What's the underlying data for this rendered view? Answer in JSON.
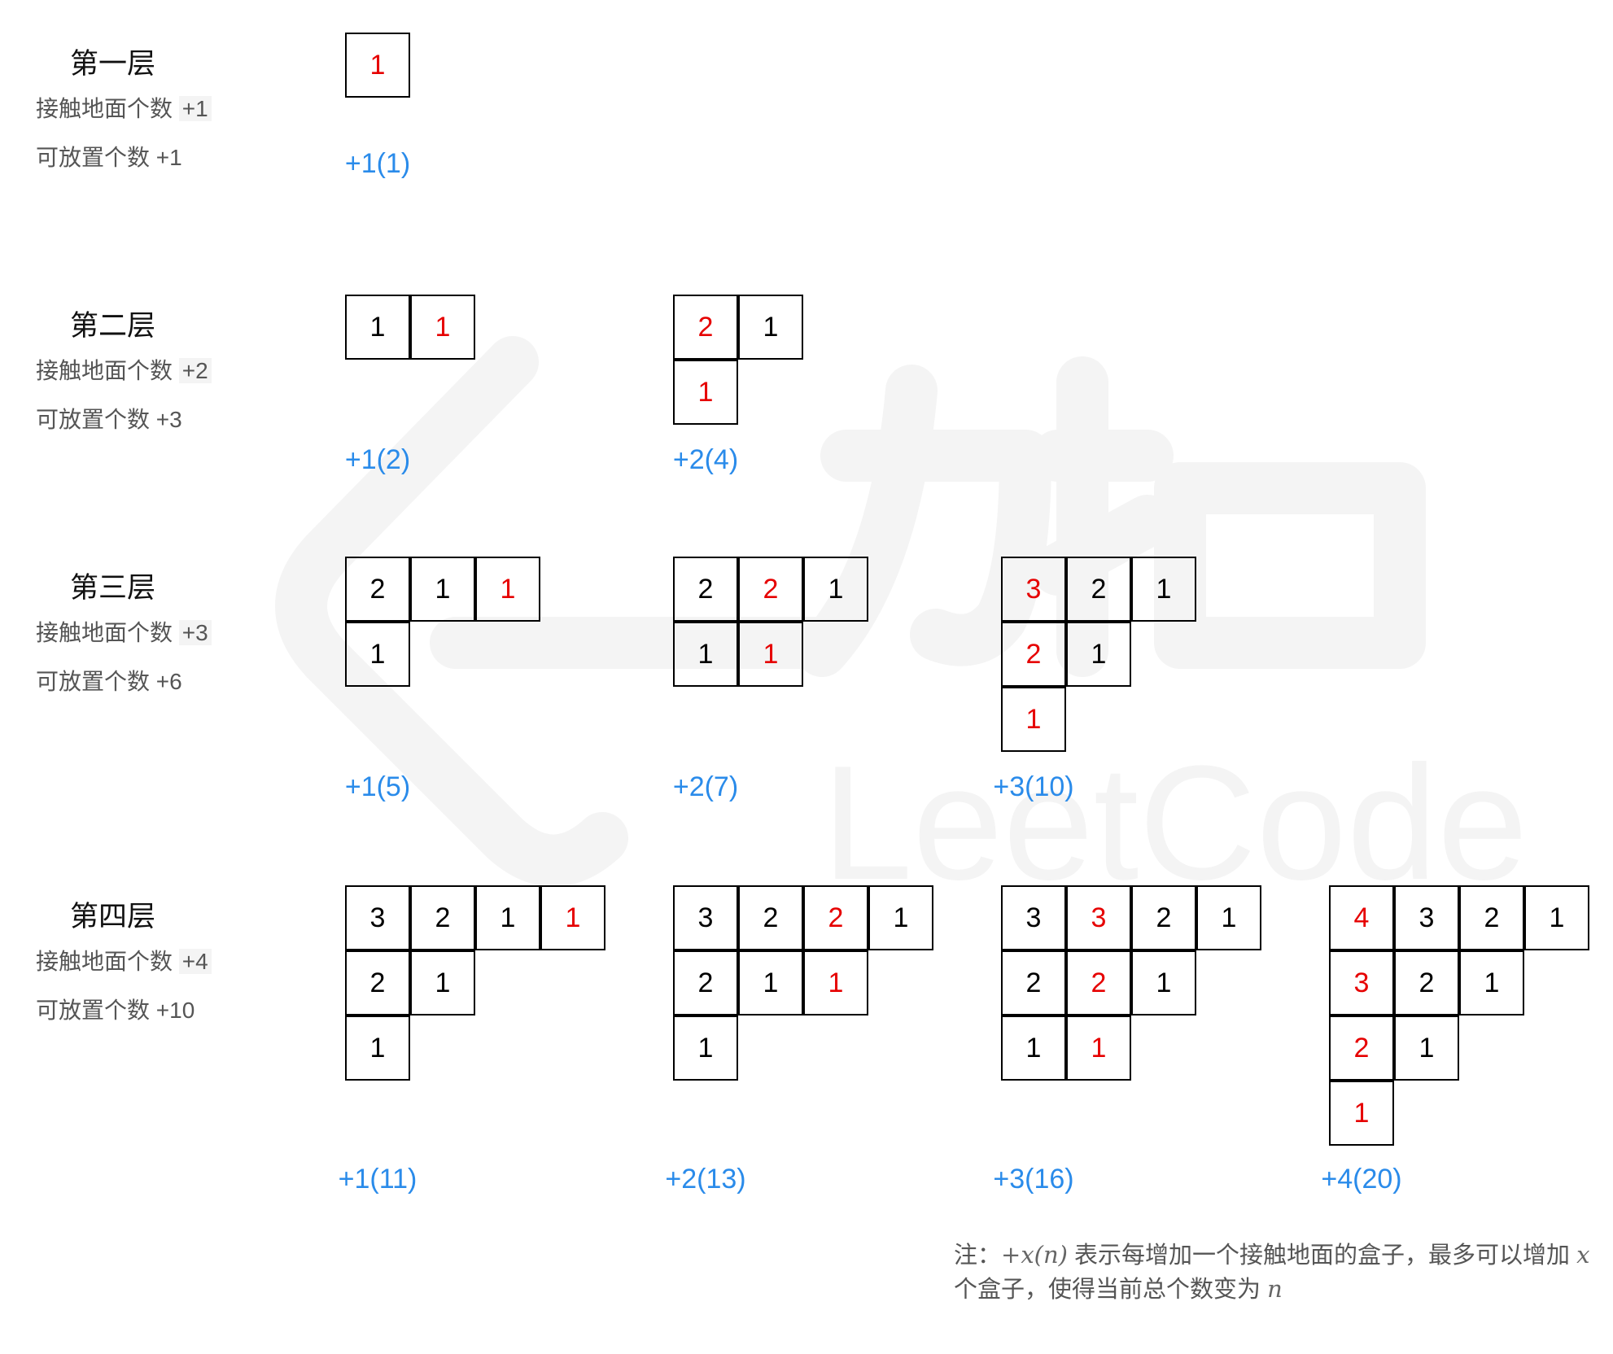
{
  "watermark": {
    "brand": "力扣",
    "text": "LeetCode"
  },
  "layers": [
    {
      "title": "第一层",
      "contact_label": "接触地面个数",
      "contact_value": "+1",
      "place_label": "可放置个数",
      "place_value": "+1",
      "options": [
        {
          "label": "+1(1)",
          "rows": [
            [
              {
                "v": "1",
                "red": true
              }
            ]
          ]
        }
      ]
    },
    {
      "title": "第二层",
      "contact_label": "接触地面个数",
      "contact_value": "+2",
      "place_label": "可放置个数",
      "place_value": "+3",
      "options": [
        {
          "label": "+1(2)",
          "rows": [
            [
              {
                "v": "1",
                "red": false
              },
              {
                "v": "1",
                "red": true
              }
            ]
          ]
        },
        {
          "label": "+2(4)",
          "rows": [
            [
              {
                "v": "2",
                "red": true
              },
              {
                "v": "1",
                "red": false
              }
            ],
            [
              {
                "v": "1",
                "red": true
              }
            ]
          ]
        }
      ]
    },
    {
      "title": "第三层",
      "contact_label": "接触地面个数",
      "contact_value": "+3",
      "place_label": "可放置个数",
      "place_value": "+6",
      "options": [
        {
          "label": "+1(5)",
          "rows": [
            [
              {
                "v": "2",
                "red": false
              },
              {
                "v": "1",
                "red": false
              },
              {
                "v": "1",
                "red": true
              }
            ],
            [
              {
                "v": "1",
                "red": false
              }
            ]
          ]
        },
        {
          "label": "+2(7)",
          "rows": [
            [
              {
                "v": "2",
                "red": false
              },
              {
                "v": "2",
                "red": true
              },
              {
                "v": "1",
                "red": false
              }
            ],
            [
              {
                "v": "1",
                "red": false
              },
              {
                "v": "1",
                "red": true
              }
            ]
          ]
        },
        {
          "label": "+3(10)",
          "rows": [
            [
              {
                "v": "3",
                "red": true
              },
              {
                "v": "2",
                "red": false
              },
              {
                "v": "1",
                "red": false
              }
            ],
            [
              {
                "v": "2",
                "red": true
              },
              {
                "v": "1",
                "red": false
              }
            ],
            [
              {
                "v": "1",
                "red": true
              }
            ]
          ]
        }
      ]
    },
    {
      "title": "第四层",
      "contact_label": "接触地面个数",
      "contact_value": "+4",
      "place_label": "可放置个数",
      "place_value": "+10",
      "options": [
        {
          "label": "+1(11)",
          "rows": [
            [
              {
                "v": "3",
                "red": false
              },
              {
                "v": "2",
                "red": false
              },
              {
                "v": "1",
                "red": false
              },
              {
                "v": "1",
                "red": true
              }
            ],
            [
              {
                "v": "2",
                "red": false
              },
              {
                "v": "1",
                "red": false
              }
            ],
            [
              {
                "v": "1",
                "red": false
              }
            ]
          ]
        },
        {
          "label": "+2(13)",
          "rows": [
            [
              {
                "v": "3",
                "red": false
              },
              {
                "v": "2",
                "red": false
              },
              {
                "v": "2",
                "red": true
              },
              {
                "v": "1",
                "red": false
              }
            ],
            [
              {
                "v": "2",
                "red": false
              },
              {
                "v": "1",
                "red": false
              },
              {
                "v": "1",
                "red": true
              }
            ],
            [
              {
                "v": "1",
                "red": false
              }
            ]
          ]
        },
        {
          "label": "+3(16)",
          "rows": [
            [
              {
                "v": "3",
                "red": false
              },
              {
                "v": "3",
                "red": true
              },
              {
                "v": "2",
                "red": false
              },
              {
                "v": "1",
                "red": false
              }
            ],
            [
              {
                "v": "2",
                "red": false
              },
              {
                "v": "2",
                "red": true
              },
              {
                "v": "1",
                "red": false
              }
            ],
            [
              {
                "v": "1",
                "red": false
              },
              {
                "v": "1",
                "red": true
              }
            ]
          ]
        },
        {
          "label": "+4(20)",
          "rows": [
            [
              {
                "v": "4",
                "red": true
              },
              {
                "v": "3",
                "red": false
              },
              {
                "v": "2",
                "red": false
              },
              {
                "v": "1",
                "red": false
              }
            ],
            [
              {
                "v": "3",
                "red": true
              },
              {
                "v": "2",
                "red": false
              },
              {
                "v": "1",
                "red": false
              }
            ],
            [
              {
                "v": "2",
                "red": true
              },
              {
                "v": "1",
                "red": false
              }
            ],
            [
              {
                "v": "1",
                "red": true
              }
            ]
          ]
        }
      ]
    }
  ],
  "note": {
    "part1": "注：",
    "math1": "+x(n)",
    "part2": " 表示每增加一个接触地面的盒子，最多可以增加 ",
    "math2": "x",
    "part3": " 个盒子，使得当前总个数变为 ",
    "math3": "n"
  },
  "colors": {
    "red": "#e60000",
    "blue": "#2a8bea",
    "watermark": "#f4f4f4"
  }
}
